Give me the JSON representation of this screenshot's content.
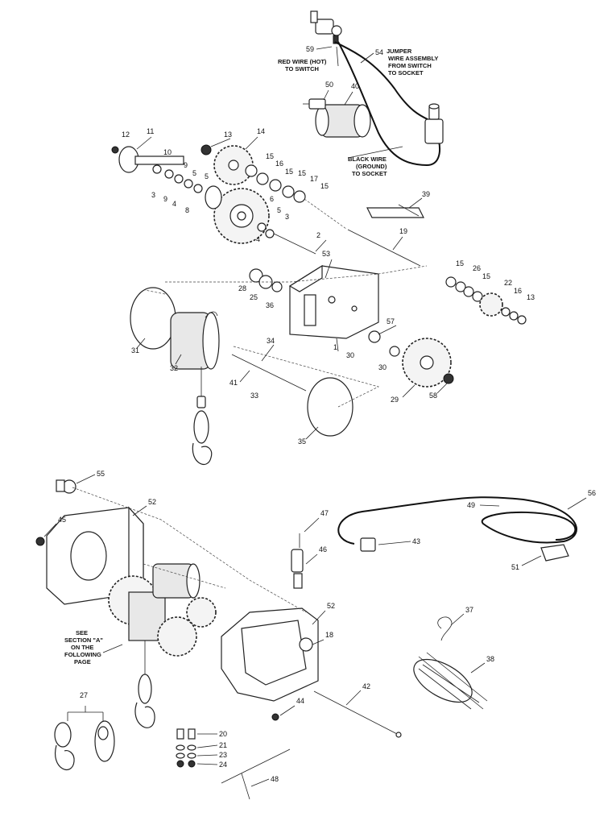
{
  "callouts": {
    "c59": "59",
    "c54": "54",
    "c50": "50",
    "c40": "40",
    "c12": "12",
    "c11": "11",
    "c13a": "13",
    "c14": "14",
    "c10": "10",
    "c9a": "9",
    "c5a": "5",
    "c5b": "5",
    "c3a": "3",
    "c9b": "9",
    "c4a": "4",
    "c8": "8",
    "c15a": "15",
    "c16a": "16",
    "c15b": "15",
    "c15c": "15",
    "c17": "17",
    "c15d": "15",
    "c6": "6",
    "c5c": "5",
    "c3b": "3",
    "c4b": "4",
    "c39": "39",
    "c19": "19",
    "c2": "2",
    "c53": "53",
    "c28": "28",
    "c25": "25",
    "c36": "36",
    "c1": "1",
    "c15e": "15",
    "c26": "26",
    "c15f": "15",
    "c22": "22",
    "c16b": "16",
    "c13b": "13",
    "c31": "31",
    "c32": "32",
    "c34": "34",
    "c41": "41",
    "c33": "33",
    "c35": "35",
    "c30a": "30",
    "c57": "57",
    "c30b": "30",
    "c29": "29",
    "c58": "58",
    "c55": "55",
    "c52a": "52",
    "c45": "45",
    "c47": "47",
    "c46": "46",
    "c43": "43",
    "c56": "56",
    "c49": "49",
    "c51": "51",
    "c52b": "52",
    "c18": "18",
    "c37": "37",
    "c38": "38",
    "c42": "42",
    "c44": "44",
    "c27": "27",
    "c20": "20",
    "c21": "21",
    "c23": "23",
    "c24": "24",
    "c48": "48"
  },
  "labels": {
    "jumper_1": "JUMPER",
    "jumper_2": "WIRE ASSEMBLY",
    "jumper_3": "FROM SWITCH",
    "jumper_4": "TO SOCKET",
    "red_1": "RED WIRE (HOT)",
    "red_2": "TO SWITCH",
    "black_1": "BLACK WIRE",
    "black_2": "(GROUND)",
    "black_3": "TO SOCKET",
    "see_1": "SEE",
    "see_2": "SECTION \"A\"",
    "see_3": "ON THE",
    "see_4": "FOLLOWING",
    "see_5": "PAGE"
  }
}
